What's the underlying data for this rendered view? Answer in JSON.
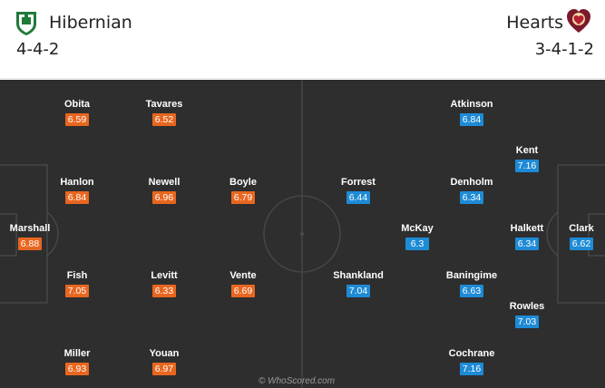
{
  "home": {
    "name": "Hibernian",
    "formation": "4-4-2",
    "color": "#e8661f",
    "crest_icon": "hibernian-crest-icon",
    "players": [
      {
        "name": "Marshall",
        "rating": "6.88"
      },
      {
        "name": "Obita",
        "rating": "6.59"
      },
      {
        "name": "Hanlon",
        "rating": "6.84"
      },
      {
        "name": "Fish",
        "rating": "7.05"
      },
      {
        "name": "Miller",
        "rating": "6.93"
      },
      {
        "name": "Tavares",
        "rating": "6.52"
      },
      {
        "name": "Newell",
        "rating": "6.96"
      },
      {
        "name": "Levitt",
        "rating": "6.33"
      },
      {
        "name": "Youan",
        "rating": "6.97"
      },
      {
        "name": "Boyle",
        "rating": "6.79"
      },
      {
        "name": "Vente",
        "rating": "6.69"
      }
    ]
  },
  "away": {
    "name": "Hearts",
    "formation": "3-4-1-2",
    "color": "#1e8bd6",
    "crest_icon": "hearts-crest-icon",
    "players": [
      {
        "name": "Clark",
        "rating": "6.62"
      },
      {
        "name": "Kent",
        "rating": "7.16"
      },
      {
        "name": "Halkett",
        "rating": "6.34"
      },
      {
        "name": "Rowles",
        "rating": "7.03"
      },
      {
        "name": "Atkinson",
        "rating": "6.84"
      },
      {
        "name": "Denholm",
        "rating": "6.34"
      },
      {
        "name": "Baningime",
        "rating": "6.63"
      },
      {
        "name": "Cochrane",
        "rating": "7.16"
      },
      {
        "name": "McKay",
        "rating": "6.3"
      },
      {
        "name": "Forrest",
        "rating": "6.44"
      },
      {
        "name": "Shankland",
        "rating": "7.04"
      }
    ]
  },
  "watermark": "© WhoScored.com"
}
